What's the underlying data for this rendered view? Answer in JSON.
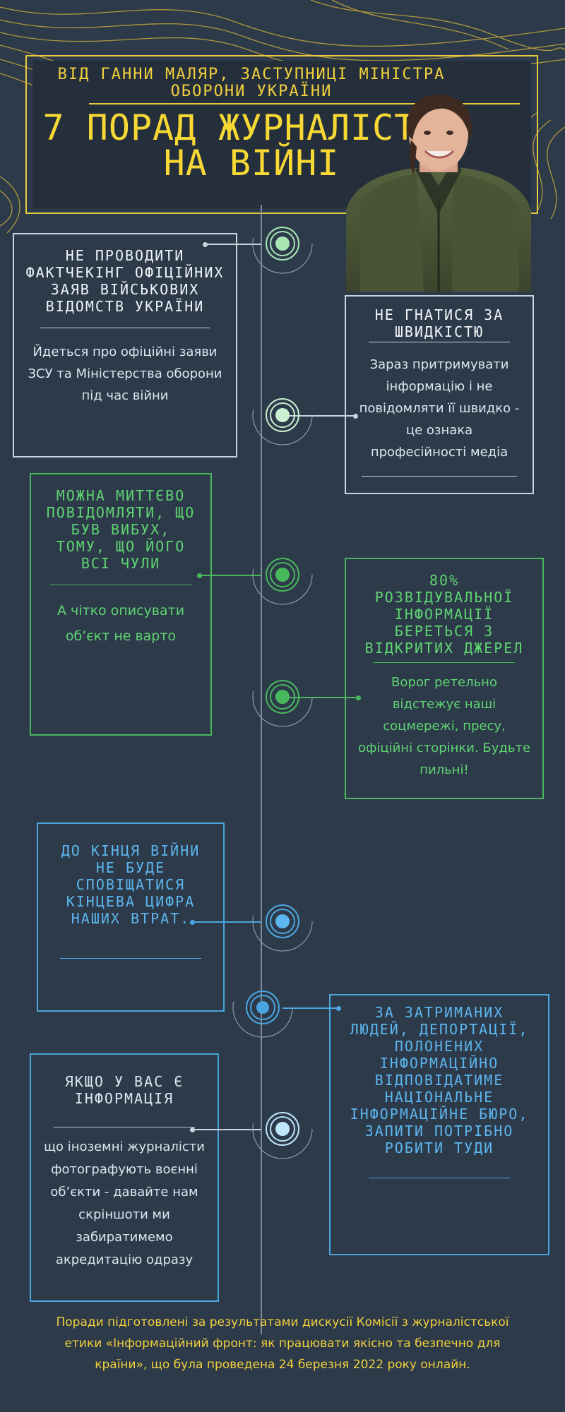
{
  "header": {
    "subtitle": "Від Ганни Маляр, заступниці Міністра оборони України",
    "title": "7 порад журналістам на війні"
  },
  "tips": [
    {
      "title": "Не проводити фактчекінг офіційних заяв військових відомств України",
      "body": "Йдеться про офіційні заяви ЗСУ та Міністерства оборони під час війни"
    },
    {
      "title": "Не гнатися за швидкістю",
      "body": "Зараз притримувати інформацію і не повідомляти її швидко - це ознака професійності медіа"
    },
    {
      "title": "Можна миттєво повідомляти, що був вибух, тому, що його всі чули",
      "body": "А чітко описувати об’єкт не варто"
    },
    {
      "title": "80% розвідувальної інформації береться з відкритих джерел",
      "body": "Ворог ретельно відстежує наші соцмережі, пресу, офіційні сторінки. Будьте пильні!"
    },
    {
      "title": "До кінця війни не буде сповіщатися кінцева цифра наших втрат.",
      "body": ""
    },
    {
      "title": "За затриманих людей, депортації, полонених інформаційно відповідатиме Національне інформаційне бюро, запити потрібно робити туди",
      "body": ""
    },
    {
      "title": "Якщо у вас є інформація",
      "body": "що іноземні журналісти фотографують воєнні об’єкти - давайте нам скріншоти ми забиратимемо акредитацію одразу"
    }
  ],
  "footer": {
    "text": "Поради підготовлені за результатами дискусії Комісії з журналістської етики «Інформаційний фронт: як працювати якісно та безпечно для країни», що була проведена 24 березня 2022 року онлайн."
  },
  "colors": {
    "background": "#2d3a4a",
    "accent_yellow": "#f2d13c",
    "green": "#5fd472",
    "blue": "#4aa6e0"
  }
}
